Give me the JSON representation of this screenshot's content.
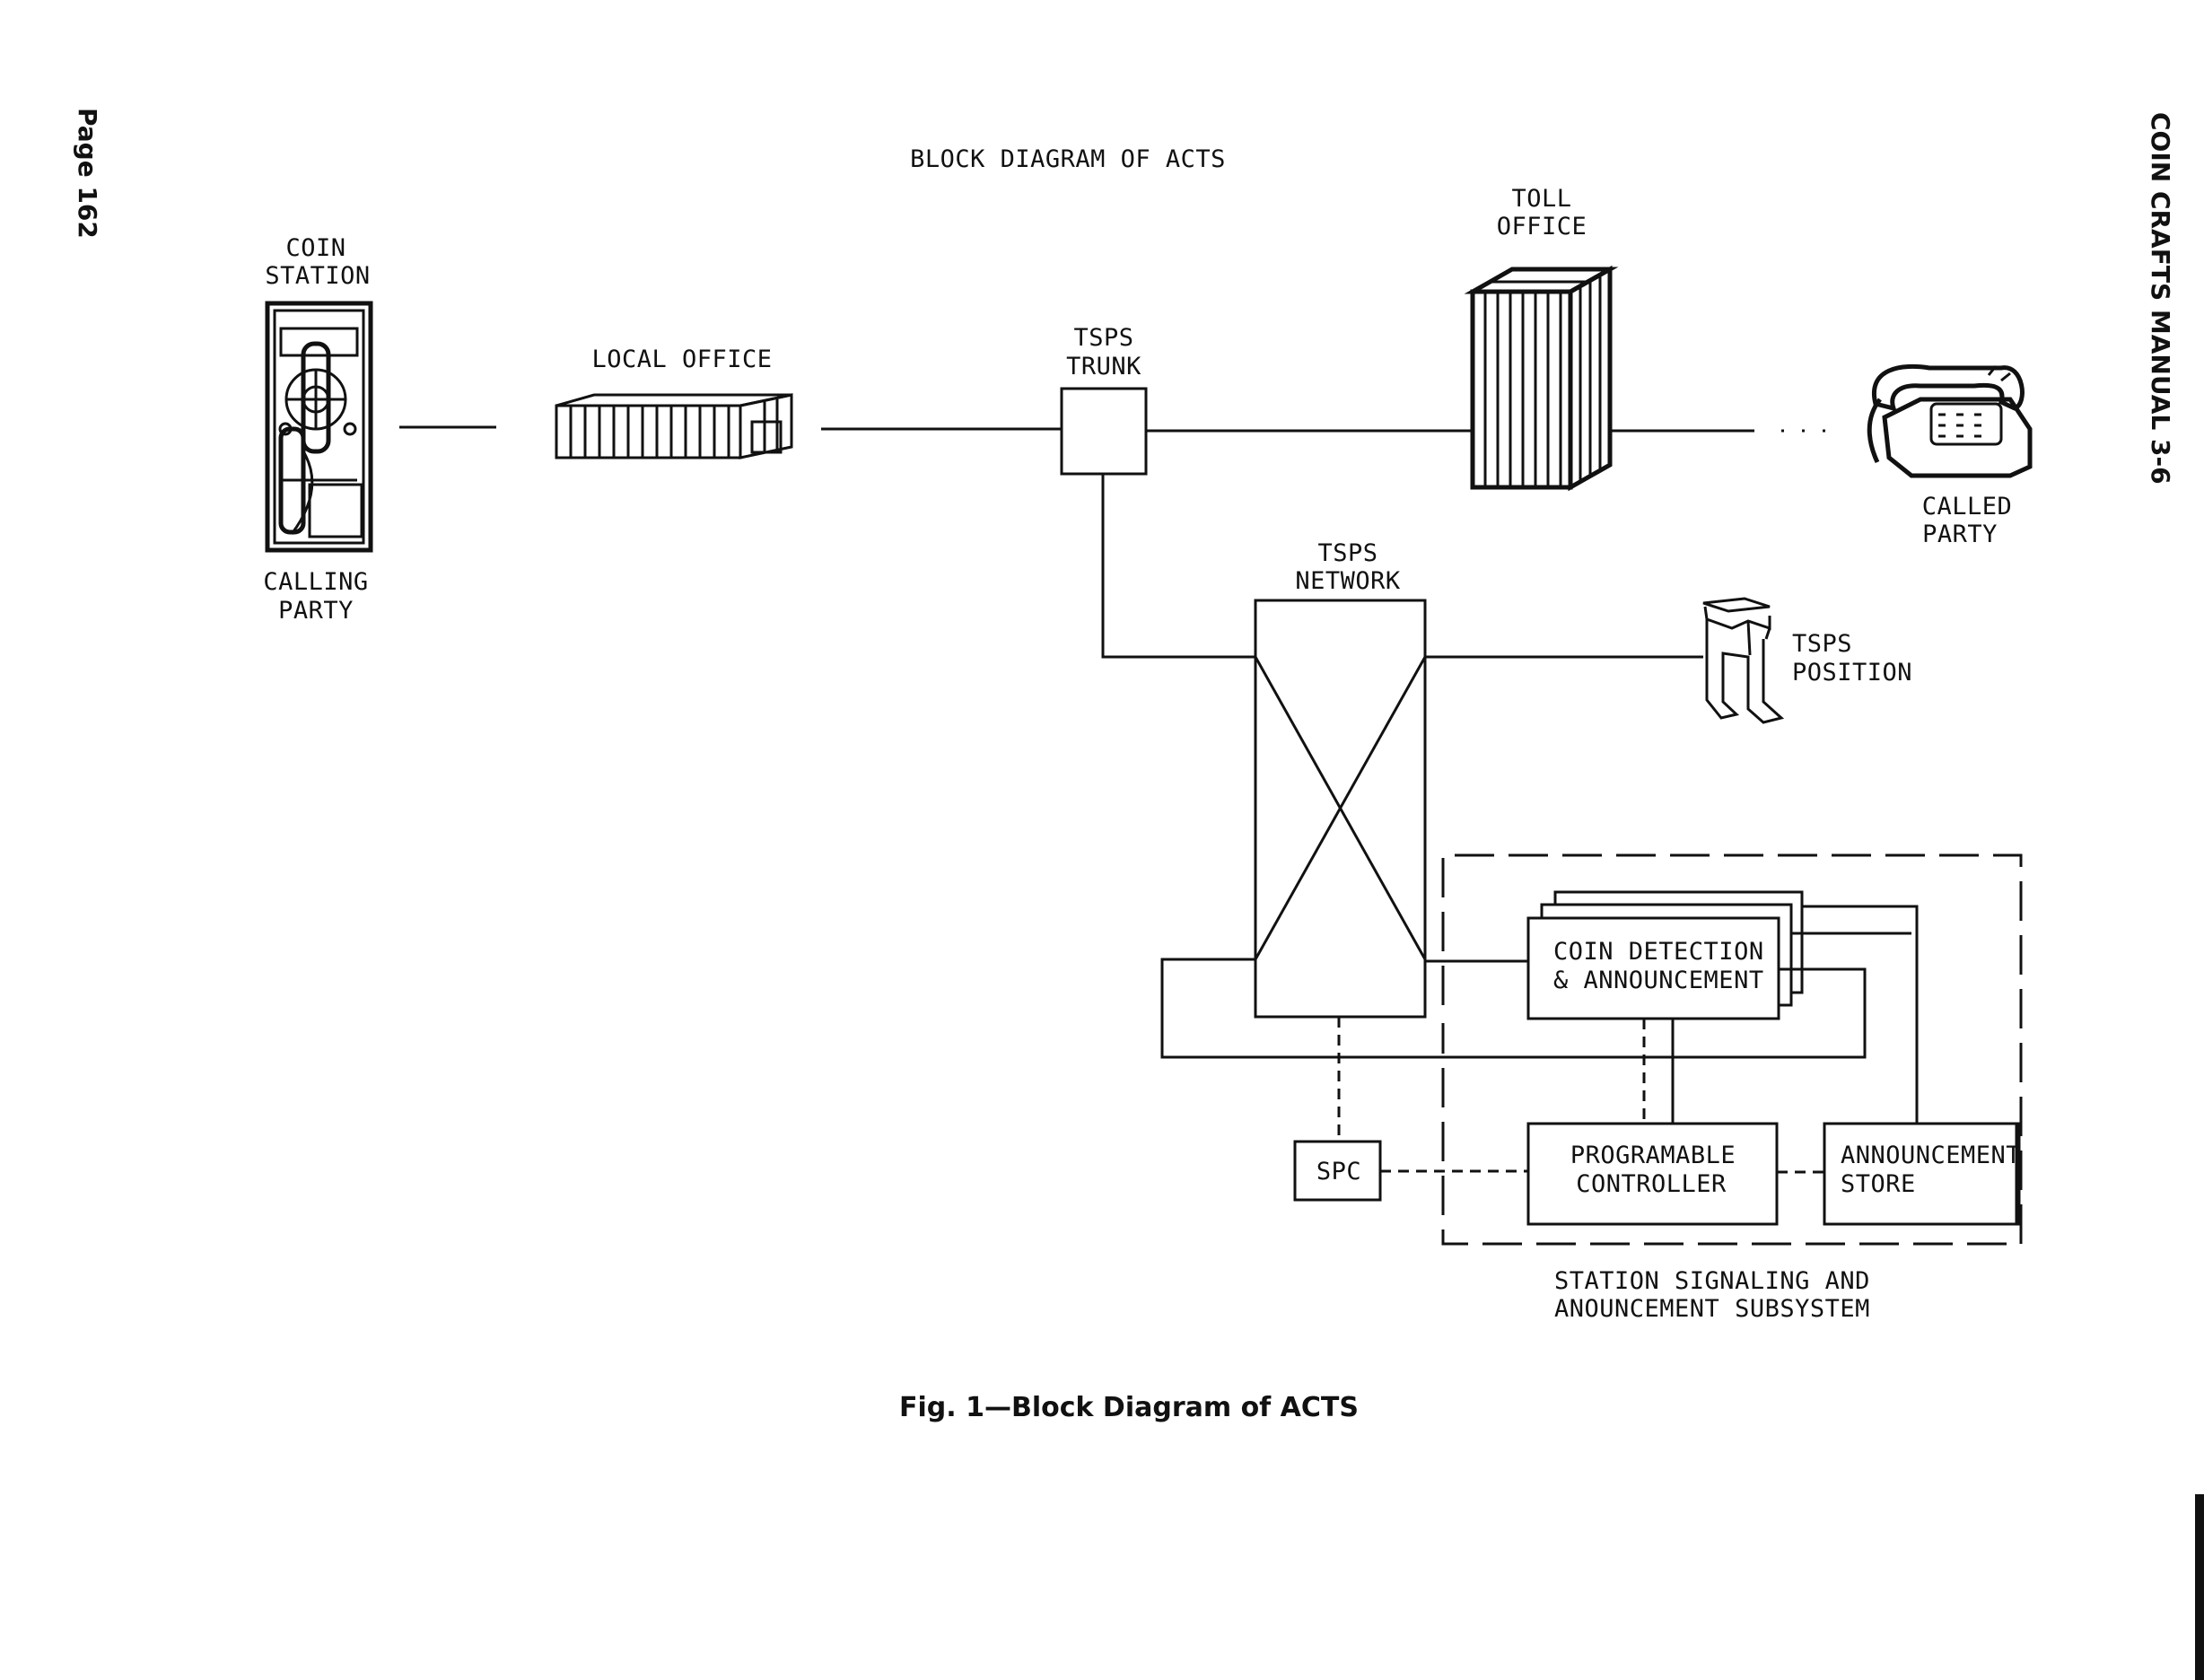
{
  "page_label": "Page 162",
  "manual_label": "COIN CRAFTS MANUAL 3-6",
  "title": "BLOCK DIAGRAM OF ACTS",
  "caption": "Fig. 1—Block Diagram of ACTS",
  "nodes": {
    "coin_station": [
      "COIN",
      "STATION"
    ],
    "calling_party": [
      "CALLING",
      "PARTY"
    ],
    "local_office": "LOCAL OFFICE",
    "tsps_trunk": [
      "TSPS",
      "TRUNK"
    ],
    "toll_office": [
      "TOLL",
      "OFFICE"
    ],
    "called_party": [
      "CALLED",
      "PARTY"
    ],
    "tsps_network": [
      "TSPS",
      "NETWORK"
    ],
    "tsps_position": [
      "TSPS",
      "POSITION"
    ],
    "coin_detection": [
      "COIN DETECTION",
      "& ANNOUNCEMENT"
    ],
    "spc": "SPC",
    "programable_controller": [
      "PROGRAMABLE",
      "CONTROLLER"
    ],
    "announcement_store": [
      "ANNOUNCEMENT",
      "STORE"
    ],
    "subsystem": [
      "STATION SIGNALING AND",
      "ANOUNCEMENT SUBSYSTEM"
    ]
  },
  "icons": {
    "coin_station": "payphone-icon",
    "local_office": "building-icon",
    "toll_office": "tower-building-icon",
    "called_party": "desk-telephone-icon",
    "tsps_position": "operator-console-icon"
  }
}
